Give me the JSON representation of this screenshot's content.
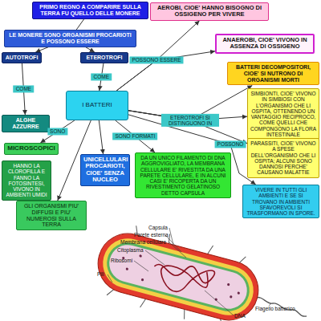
{
  "diagram": {
    "nodes": [
      {
        "text": [
          "PRIMO REGNO A COMPARIRE SULLA TERRA FU QUELLO DELLE MONERE"
        ]
      },
      {
        "text": [
          "LE MONERE SONO ORGANISMI PROCARIOTI E POSSONO ESSERE"
        ]
      },
      {
        "text": [
          "AUTOTROFI"
        ]
      },
      {
        "text": [
          "ETEROTROFI"
        ]
      },
      {
        "text": [
          "I BATTERI"
        ]
      },
      {
        "text": [
          "AEROBI, CIOE' HANNO BISOGNO DI OSSIGENO PER VIVERE"
        ]
      },
      {
        "text": [
          "ANAEROBI, CIOE' VIVONO IN ASSENZA DI OSSIGENO"
        ]
      },
      {
        "text": [
          "BATTERI DECOMPOSITORI, CIOE' SI NUTRONO DI ORGANISMI MORTI"
        ]
      },
      {
        "text": [
          "SIMBIONTI, CIOE' VIVONO IN SIMBIOSI CON L'ORGANISMO CHE LI OSPITA, OTTENENDO UN VANTAGGIO RECIPROCO, COME QUELLI CHE COMPONGONO LA FLORA INTESTINALE"
        ]
      },
      {
        "text": [
          "PARASSITI, CIOE' VIVONO A SPESE DELL'ORGANISMO CHE LI OSPITA; ALCUNI SONO DANNOSI PERCHE' CAUSANO MALATTIE"
        ]
      },
      {
        "text": [
          "ALGHE AZZURRE"
        ]
      },
      {
        "text": [
          "HANNO LA CLOROFILLA E FANNO LA FOTOSINTESI, VIVONO IN AMBIENTI UMIDI"
        ]
      },
      {
        "text": [
          "MICROSCOPICI"
        ]
      },
      {
        "text": [
          "UNICELLULARI PROCARIOTI, CIOE' SENZA NUCLEO"
        ]
      },
      {
        "text": [
          "DA UN UNICO FILAMENTO DI DNA AGGROVIGLIATO, LA MEMBRANA CELLULARE E' RIVESTITA DA UNA PARETE CELLULARE, E IN ALCUNI CASI E' RICOPERTA DA UN RIVESTIMENTO GELATINOSO DETTO CAPSULA"
        ]
      },
      {
        "text": [
          "GLI ORGANISMI PIU' DIFFUSI E PIU' NUMEROSI SULLA TERRA"
        ]
      },
      {
        "text": [
          "VIVERE IN TUTTI GLI AMBIENTI E SE SI TROVANO IN AMBIENTI SFAVOREVOLI SI TRASFORMANO IN SPORE."
        ]
      }
    ],
    "edges": [
      {
        "from": 0,
        "to": 1,
        "arrow": "none"
      },
      {
        "from": 1,
        "to": 2,
        "arrow": "to"
      },
      {
        "from": 1,
        "to": 3,
        "arrow": "to"
      },
      {
        "from": 2,
        "to": 10,
        "label": "COME",
        "arrow": "to"
      },
      {
        "from": 3,
        "to": 4,
        "label": "COME",
        "arrow": "to"
      },
      {
        "from": 4,
        "to": 5,
        "label": "POSSONO ESSERE",
        "arrow": "to"
      },
      {
        "from": 4,
        "to": 6,
        "arrow": "to"
      },
      {
        "from": 4,
        "to": 7,
        "arrow": "to"
      },
      {
        "from": 4,
        "to": 8,
        "label": "ETEROTROFI SI DISTINGUONO IN",
        "arrow": "to"
      },
      {
        "from": 4,
        "to": 9,
        "arrow": "to"
      },
      {
        "from": 4,
        "to": 12,
        "label": "SONO",
        "arrow": "to"
      },
      {
        "from": 4,
        "to": 13,
        "arrow": "to"
      },
      {
        "from": 4,
        "to": 14,
        "label": "SONO FORMATI",
        "arrow": "to"
      },
      {
        "from": 4,
        "to": 16,
        "label": "POSSONO",
        "arrow": "to"
      },
      {
        "from": 4,
        "to": 15,
        "arrow": "to"
      }
    ],
    "labels": [
      "Capsula",
      "Parete esterna",
      "Membrana cellulare",
      "Citoplasma",
      "Ribosomi",
      "Pili",
      "Flagello batterico",
      "DNA"
    ]
  }
}
